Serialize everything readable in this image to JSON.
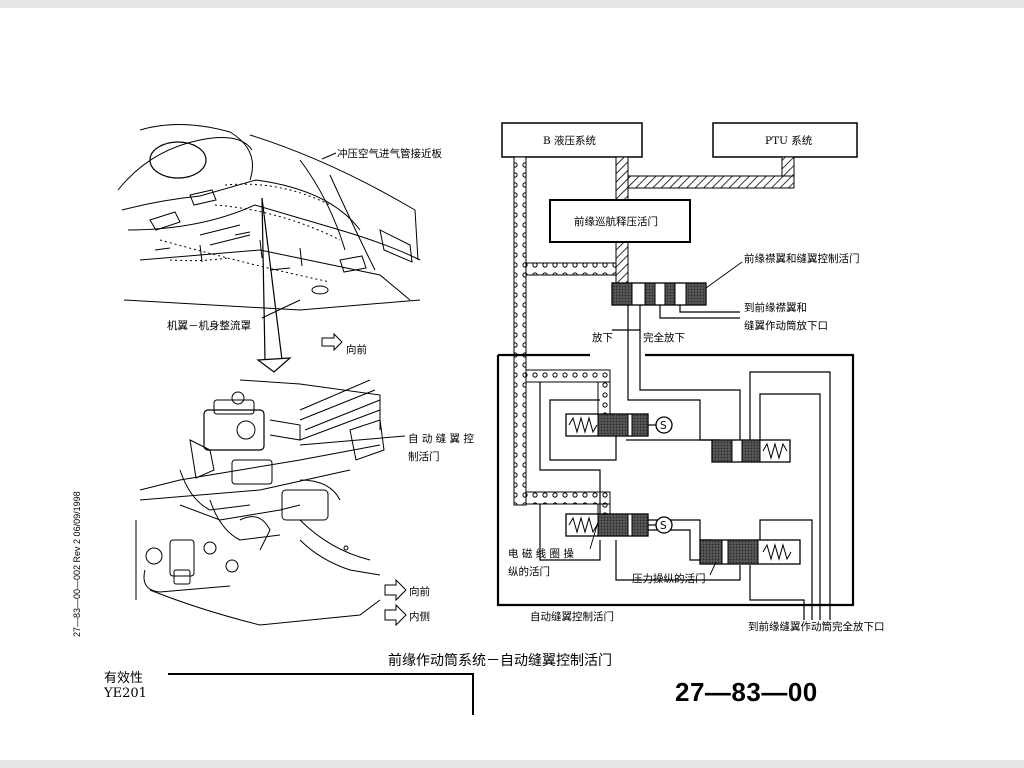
{
  "page": {
    "caption": "前缘作动筒系统－自动缝翼控制活门",
    "effectivity_label": "有效性",
    "effectivity_code": "YE201",
    "page_number": "27—83—00",
    "revision_note": "27—83—00—002 Rev 2 06/09/1998"
  },
  "left_figure": {
    "label_ram_air_panel": "冲压空气进气管接近板",
    "label_fairing": "机翼－机身整流罩",
    "label_forward_top": "向前",
    "label_auto_slat_valve_line1": "自 动 缝 翼 控",
    "label_auto_slat_valve_line2": "制活门",
    "label_forward_bottom": "向前",
    "label_inboard": "内侧"
  },
  "schematic": {
    "box_b_system": "B 液压系统",
    "box_ptu": "PTU 系统",
    "box_cruise_valve": "前缘巡航释压活门",
    "label_flap_slat_valve": "前缘襟翼和缝翼控制活门",
    "label_to_actuator_line1": "到前缘襟翼和",
    "label_to_actuator_line2": "缝翼作动筒放下口",
    "label_extend": "放下",
    "label_full_extend": "完全放下",
    "label_solenoid_line1": "电 磁 线 圈 操",
    "label_solenoid_line2": "纵的活门",
    "label_pressure_valve": "压力操纵的活门",
    "label_auto_slat_valve": "自动缝翼控制活门",
    "label_to_full_extend": "到前缘缝翼作动筒完全放下口",
    "solenoid_symbol": "S"
  }
}
